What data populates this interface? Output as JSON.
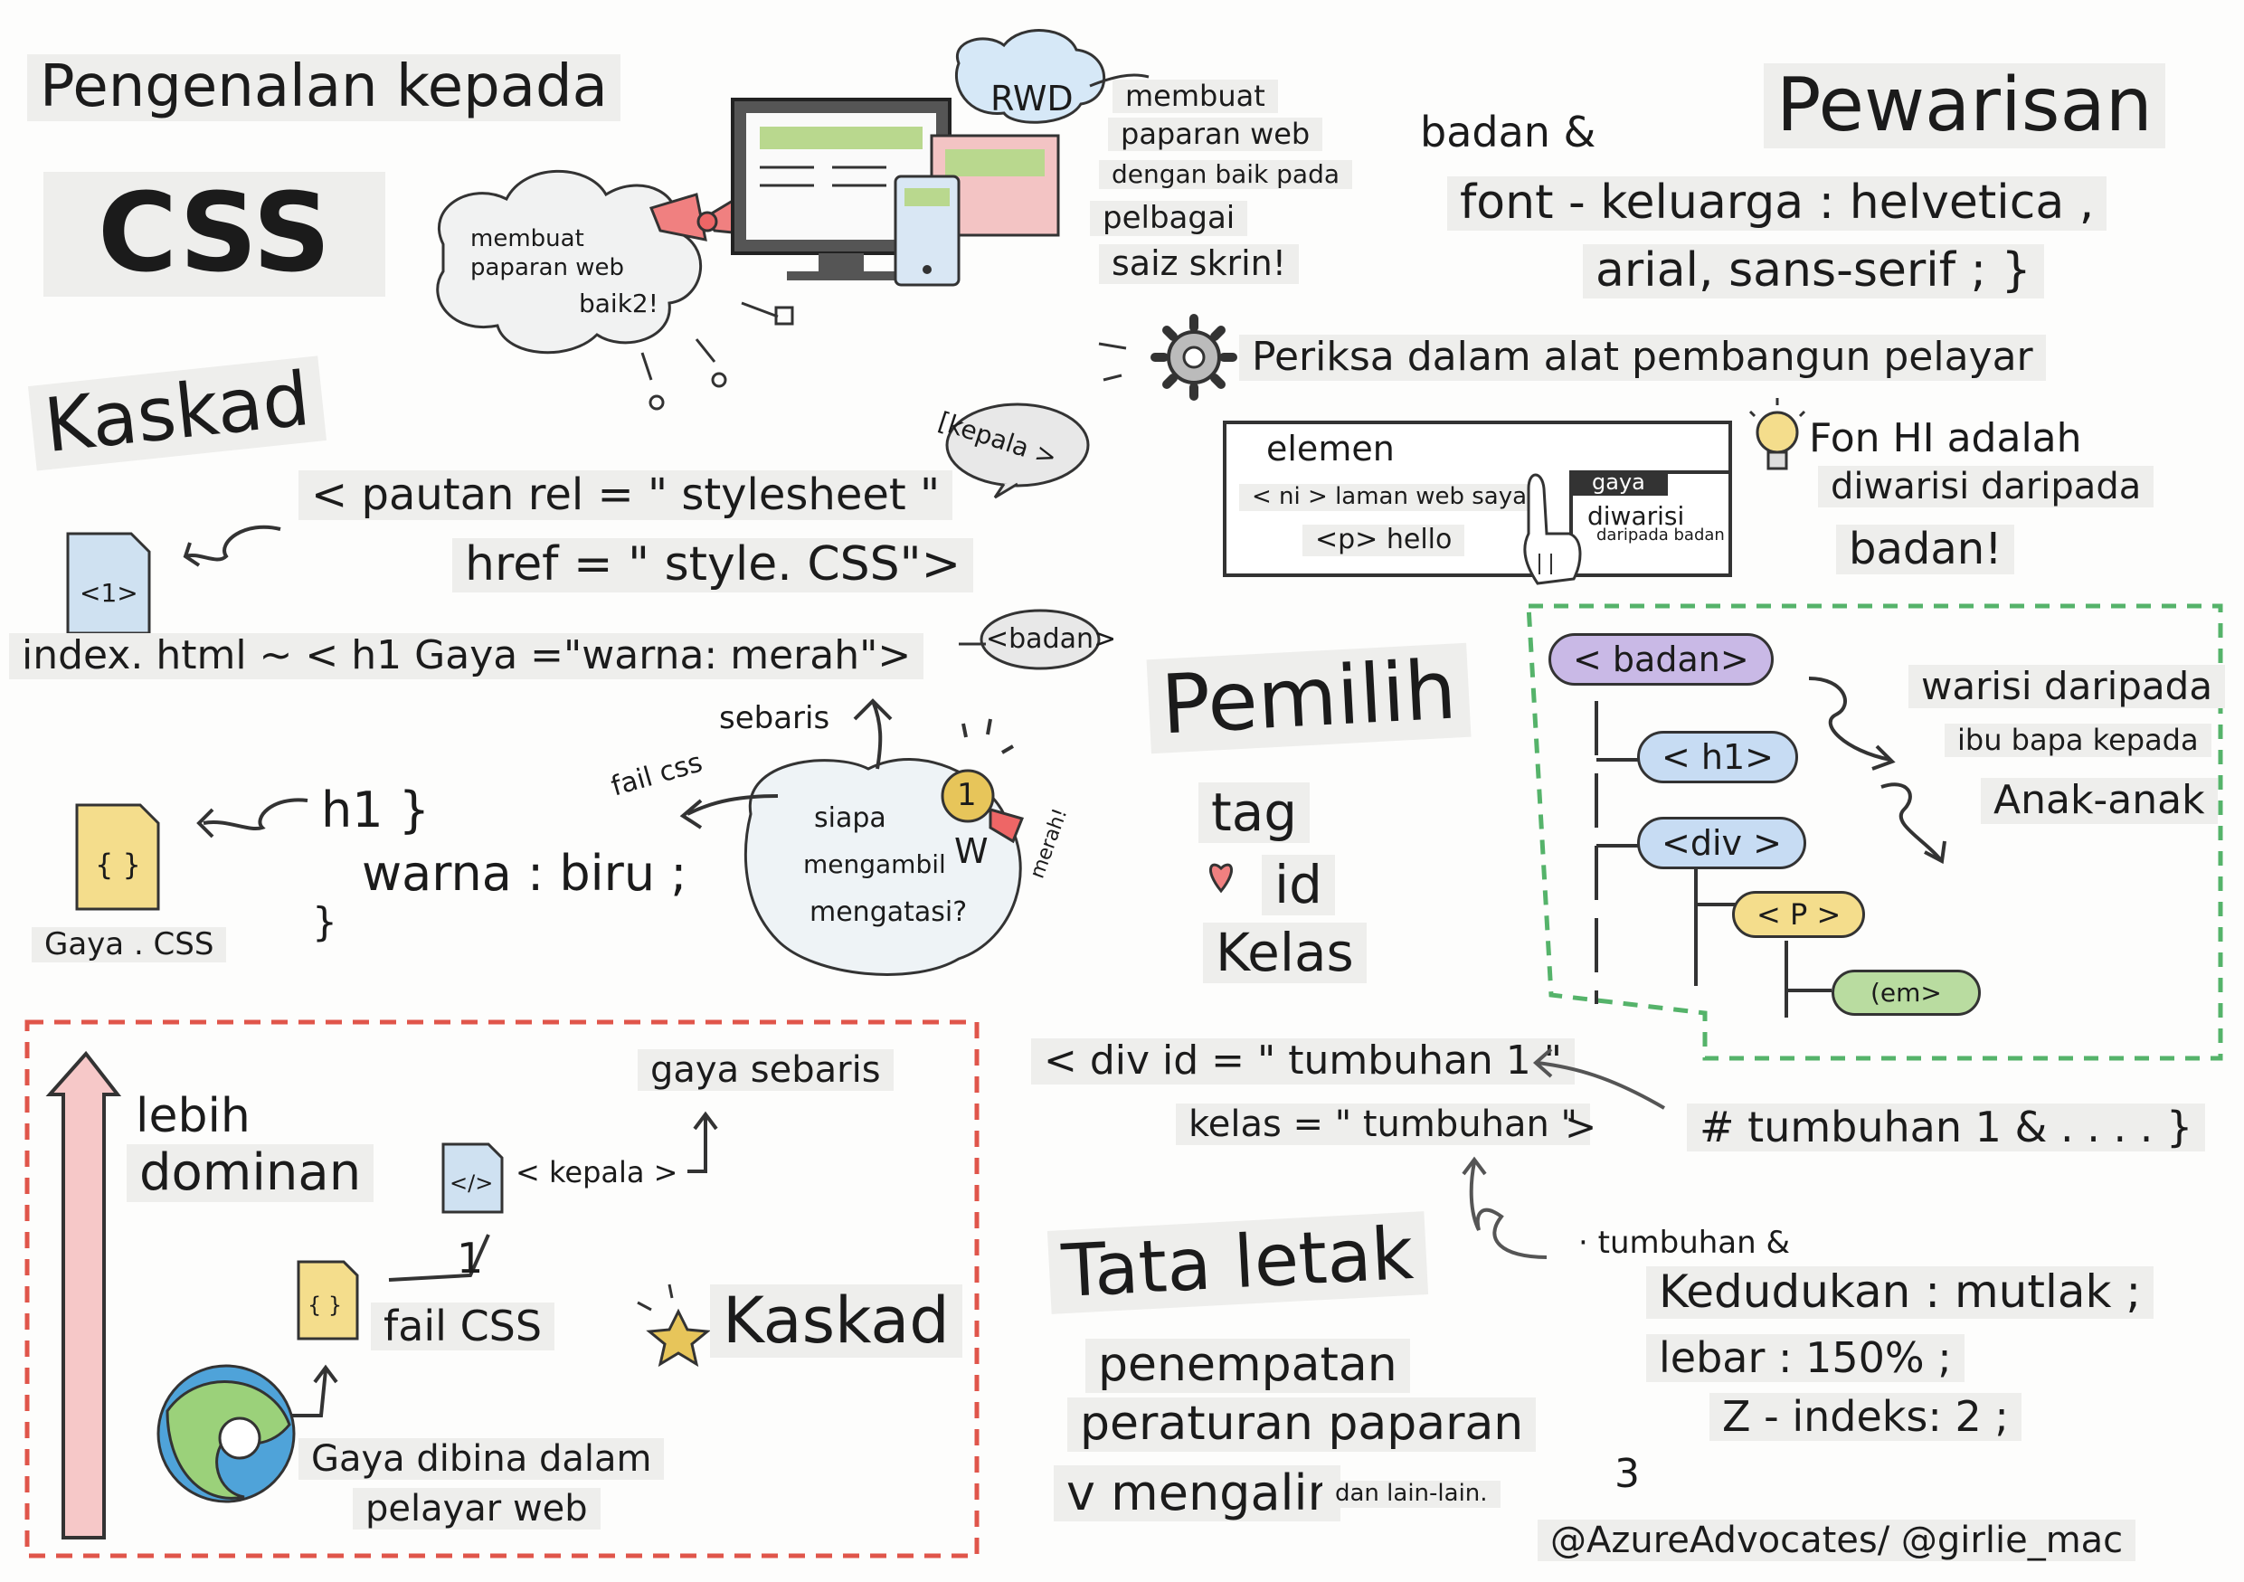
{
  "title": {
    "line1": "Pengenalan kepada",
    "line2": "CSS"
  },
  "rwd": {
    "bubble_left": {
      "line1": "membuat",
      "line2": "paparan web",
      "line3": "baik2!"
    },
    "badge": "RWD",
    "desc": [
      "membuat",
      "paparan web",
      "dengan baik pada",
      "pelbagai",
      "saiz skrin!"
    ]
  },
  "inheritance": {
    "heading": "Pewarisan",
    "code": [
      "badan &",
      "font - keluarga : helvetica ,",
      "arial, sans-serif ; }"
    ],
    "devtools_caption": "Periksa dalam alat pembangun pelayar",
    "devtools": {
      "tab": "elemen",
      "line1": "< ni > laman web saya",
      "line2": "<p> hello",
      "panel_label": "gaya",
      "inherited": "diwarisi",
      "inherited_from": "daripada badan"
    },
    "tip": [
      "Fon HI adalah",
      "diwarisi daripada",
      "badan!"
    ]
  },
  "cascade": {
    "heading": "Kaskad",
    "link_line1": "< pautan rel = \" stylesheet \"",
    "link_line2": "href = \" style. CSS\">",
    "head_bubble": "[kepala >",
    "file1_icon": "<1>",
    "inline_line": "index. html ~ < h1 Gaya =\"warna: merah\">",
    "body_bubble": "<badan>",
    "inline_label": "sebaris",
    "file_label": "fail css",
    "who_wins": [
      "siapa",
      "mengambil",
      "mengatasi?"
    ],
    "winner_mark": "W",
    "winner_note": "merah!",
    "medal": "1",
    "css_icon": "{ }",
    "css_rule": [
      "h1 }",
      "warna : biru ;",
      "}"
    ],
    "css_file": "Gaya . CSS"
  },
  "priority": {
    "more_dominant": [
      "lebih",
      "dominan"
    ],
    "inline_style": "gaya sebaris",
    "head_tag": "< kepala >",
    "head_icon": "</>",
    "one": "1",
    "css_file": "fail CSS",
    "css_icon": "{ }",
    "browser": [
      "Gaya dibina dalam",
      "pelayar web"
    ],
    "cascade": "Kaskad"
  },
  "selectors": {
    "heading": "Pemilih",
    "items": [
      "tag",
      "id",
      "Kelas"
    ],
    "div_line1": "< div id = \" tumbuhan 1 \"",
    "div_line2": "kelas = \" tumbuhan \"",
    "div_close": ">",
    "id_rule": "# tumbuhan 1 & . . . . }"
  },
  "tree": {
    "nodes": [
      "< badan>",
      "< h1>",
      "<div >",
      "< P >",
      "(em>"
    ],
    "note": [
      "warisi daripada",
      "ibu bapa kepada",
      "Anak-anak"
    ],
    "colors": {
      "badan": "#c9b9e6",
      "h1": "#c7dcf3",
      "div": "#c7dcf3",
      "p": "#f4dd8c",
      "em": "#b9dca0"
    }
  },
  "layout": {
    "heading": "Tata letak",
    "items": [
      "penempatan",
      "peraturan paparan",
      "v mengalir"
    ],
    "etc": "dan lain-lain.",
    "code_head": "· tumbuhan &",
    "code": [
      "Kedudukan : mutlak ;",
      "lebar : 150% ;",
      "Z - indeks: 2 ;"
    ],
    "three": "3"
  },
  "credit": "@AzureAdvocates/ @girlie_mac",
  "colors": {
    "red_dash": "#e0554a",
    "green_dash": "#55b36a",
    "arrow_pink": "#f2b8b8"
  }
}
